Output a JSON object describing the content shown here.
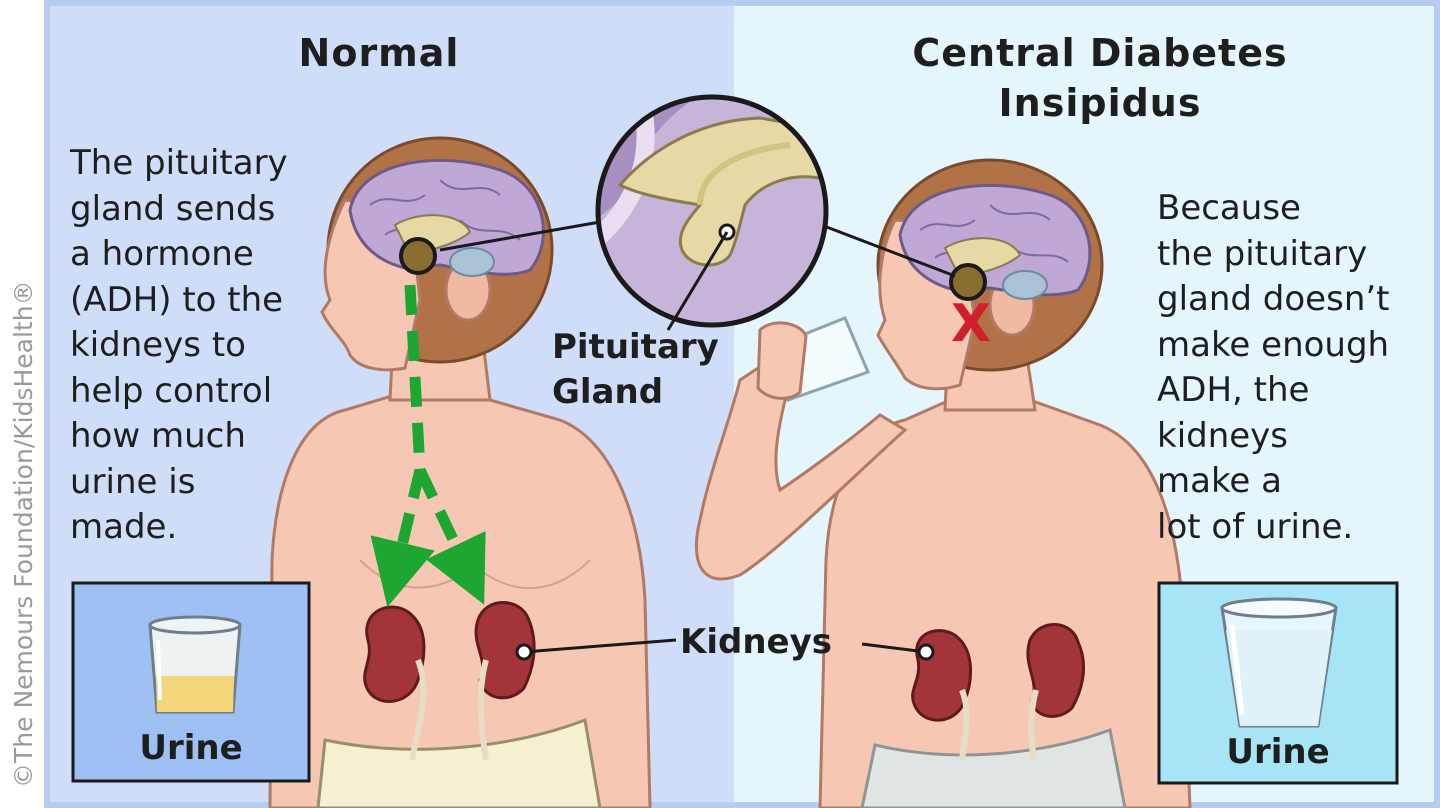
{
  "panels": {
    "left": {
      "title": "Normal",
      "description": "The pituitary\ngland sends\na hormone\n(ADH) to the\nkidneys to\nhelp control\nhow much\nurine is\nmade.",
      "urine_label": "Urine"
    },
    "right": {
      "title": "Central Diabetes\nInsipidus",
      "description": "Because\nthe pituitary\ngland doesn’t\nmake enough\nADH, the\nkidneys\nmake a\nlot of urine.",
      "urine_label": "Urine"
    }
  },
  "callouts": {
    "pituitary": "Pituitary\nGland",
    "kidneys": "Kidneys",
    "blocked_marker": "X"
  },
  "copyright": "©The Nemours Foundation/KidsHealth®",
  "colors": {
    "normal_bg": "#cfddf8",
    "cdi_bg": "#e4f6fc",
    "frame": "#b7ccee",
    "skin": "#f6c8b4",
    "hair": "#b27247",
    "brain": "#c0a8d6",
    "kidney": "#a3353a",
    "hormone_arrow": "#1da632",
    "blocked_x": "#cf1f2b",
    "normal_urine_box": "#9fc0f2",
    "cdi_urine_box": "#a6e4f6",
    "concentrated_urine": "#f4d67a"
  }
}
